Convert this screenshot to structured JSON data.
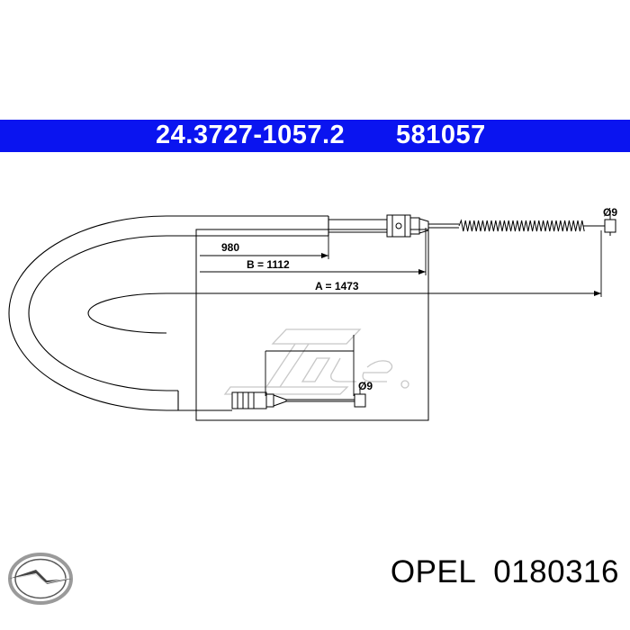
{
  "header": {
    "part_number": "24.3727-1057.2",
    "ref_number": "581057"
  },
  "dimensions": {
    "d980": "980",
    "b": "B = 1112",
    "a": "A = 1473",
    "dia_right": "Ø9",
    "dia_lower": "Ø9"
  },
  "footer": {
    "brand": "OPEL",
    "number": "0180316"
  },
  "colors": {
    "banner": "#0a14f0",
    "watermark": "#cccccc"
  },
  "icons": {
    "watermark": "ate-logo",
    "brand": "opel-logo-icon"
  }
}
